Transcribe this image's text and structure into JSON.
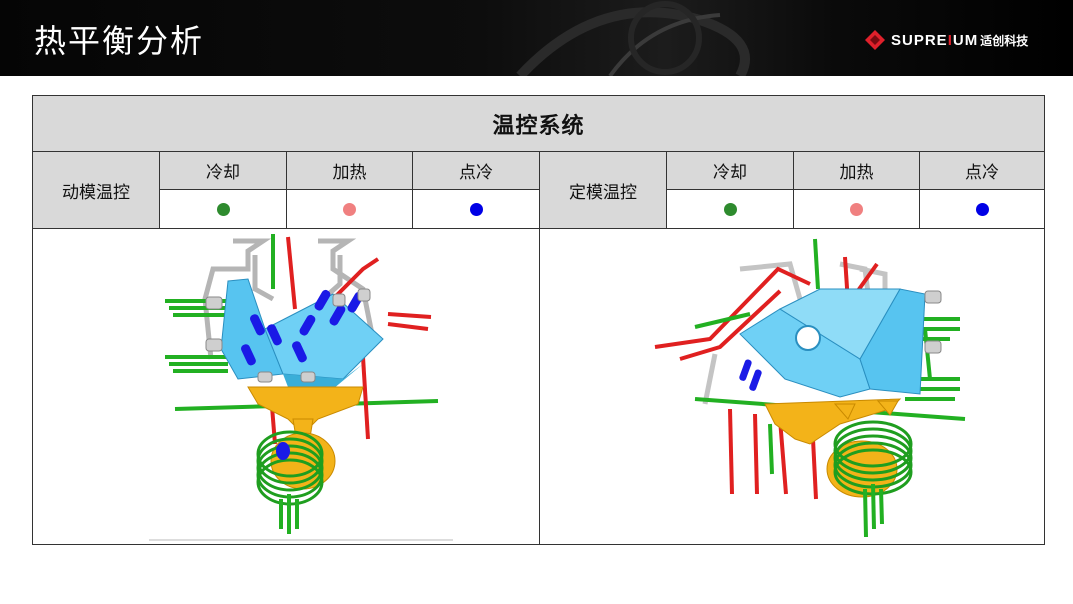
{
  "header": {
    "title": "热平衡分析",
    "logo": {
      "brand": "SUPREIUM",
      "brand_cn": "适创科技",
      "accent": "#e0202b"
    }
  },
  "table": {
    "title": "温控系统",
    "groups": [
      {
        "label": "动模温控",
        "columns": [
          {
            "label": "冷却",
            "color": "#2e8b2e"
          },
          {
            "label": "加热",
            "color": "#f08080"
          },
          {
            "label": "点冷",
            "color": "#0000e6"
          }
        ]
      },
      {
        "label": "定模温控",
        "columns": [
          {
            "label": "冷却",
            "color": "#2e8b2e"
          },
          {
            "label": "加热",
            "color": "#f08080"
          },
          {
            "label": "点冷",
            "color": "#0000e6"
          }
        ]
      }
    ]
  },
  "images": [
    {
      "name": "moving-mold-model"
    },
    {
      "name": "fixed-mold-model"
    }
  ]
}
